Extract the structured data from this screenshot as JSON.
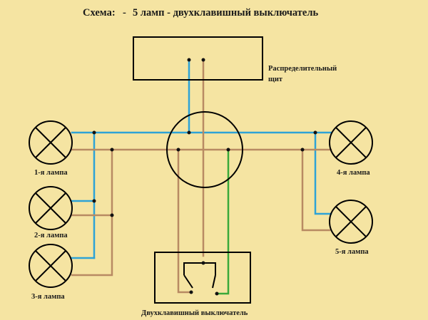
{
  "title": {
    "prefix": "Схема:",
    "dash": "-",
    "text": "5 ламп - двухклавишный выключатель"
  },
  "panel_label": {
    "line1": "Распределительный",
    "line2": "щит"
  },
  "lamps": [
    {
      "label": "1-я лампа"
    },
    {
      "label": "2-я лампа"
    },
    {
      "label": "3-я лампа"
    },
    {
      "label": "4-я лампа"
    },
    {
      "label": "5-я лампа"
    }
  ],
  "switch_label": "Двухклавишный выключатель",
  "colors": {
    "background": "#f5e4a2",
    "wire_blue": "#2ea3d6",
    "wire_brown": "#b88a63",
    "wire_green": "#3aa93a",
    "outline": "#000000"
  }
}
